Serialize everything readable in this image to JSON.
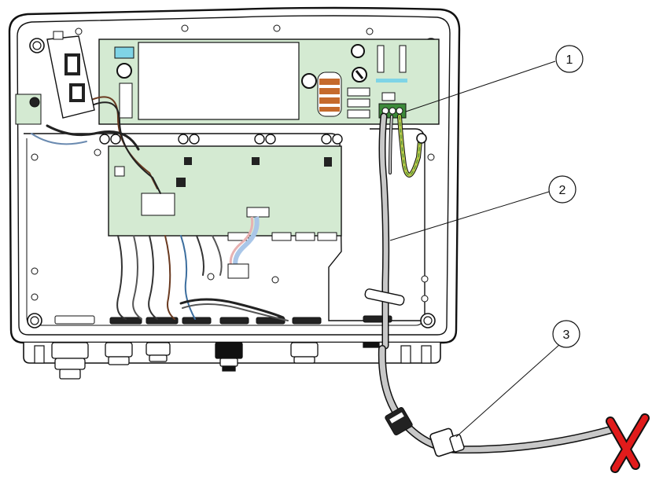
{
  "diagram": {
    "colors": {
      "board_green": "#d4ead2",
      "ground_wire": "#b7c94a",
      "ground_wire_stripe": "#4e8f3c",
      "cable_gray": "#c8c8c8",
      "ribbon_blue": "#a9c6e8",
      "ribbon_pink": "#e7b1b1",
      "remove_mark_red": "#e11b1b",
      "outline": "#111111",
      "indicator_cyan": "#7fd4e6",
      "choke_copper": "#c56a2c"
    },
    "callouts": [
      {
        "label": "1"
      },
      {
        "label": "2"
      },
      {
        "label": "3"
      }
    ],
    "icons": {
      "remove_mark": "red-x-icon"
    }
  }
}
